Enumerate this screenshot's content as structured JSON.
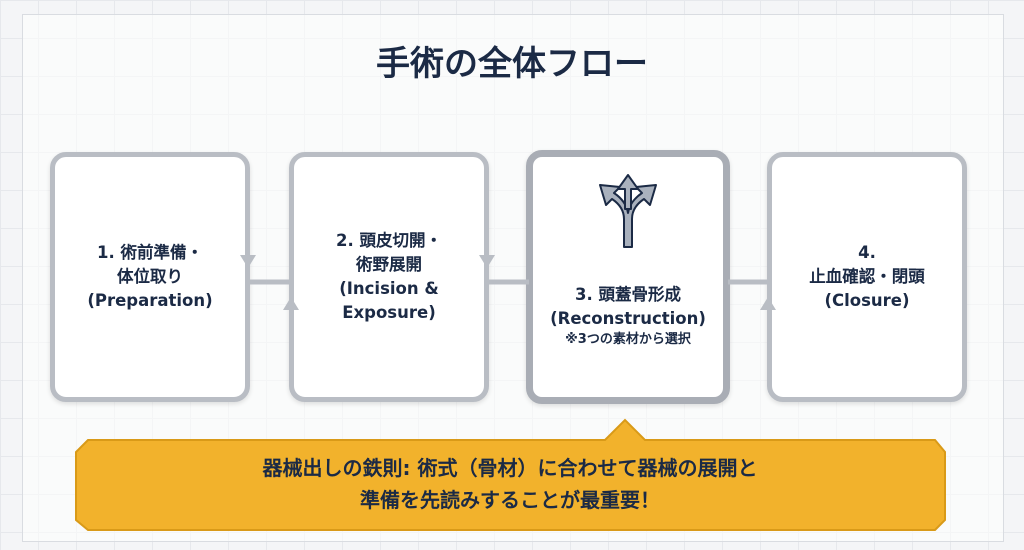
{
  "title": "手術の全体フロー",
  "steps": [
    {
      "lines": [
        "1. 術前準備・",
        "体位取り",
        "(Preparation)"
      ]
    },
    {
      "lines": [
        "2. 頭皮切開・",
        "術野展開",
        "(Incision &",
        "Exposure)"
      ]
    },
    {
      "lines": [
        "3. 頭蓋骨形成",
        "(Reconstruction)"
      ],
      "note": "※3つの素材から選択",
      "icon": "branching-arrows-icon"
    },
    {
      "lines": [
        "4.",
        "止血確認・閉頭",
        "(Closure)"
      ]
    }
  ],
  "callout": {
    "lines": [
      "器械出しの鉄則: 術式（骨材）に合わせて器械の展開と",
      "準備を先読みすることが最重要！"
    ],
    "color": "#f2b22c"
  }
}
